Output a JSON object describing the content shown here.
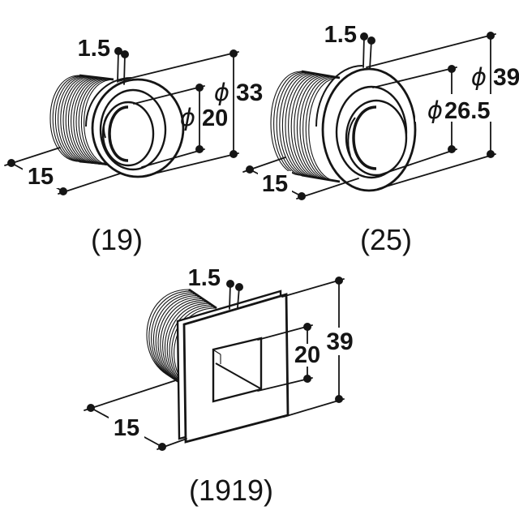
{
  "figures": [
    {
      "id": "grommet-19",
      "shape": "round",
      "caption": "(19)",
      "dimensions": {
        "flange_thickness": {
          "value": "1.5"
        },
        "outer_diameter": {
          "symbol": "ϕ",
          "value": "33"
        },
        "inner_diameter": {
          "symbol": "ϕ",
          "value": "20"
        },
        "depth": {
          "value": "15"
        }
      }
    },
    {
      "id": "grommet-25",
      "shape": "round",
      "caption": "(25)",
      "dimensions": {
        "flange_thickness": {
          "value": "1.5"
        },
        "outer_diameter": {
          "symbol": "ϕ",
          "value": "39"
        },
        "inner_diameter": {
          "symbol": "ϕ",
          "value": "26.5"
        },
        "depth": {
          "value": "15"
        }
      }
    },
    {
      "id": "grommet-1919",
      "shape": "square",
      "caption": "(1919)",
      "dimensions": {
        "flange_thickness": {
          "value": "1.5"
        },
        "outer_size": {
          "value": "39"
        },
        "inner_size": {
          "value": "20"
        },
        "depth": {
          "value": "15"
        }
      }
    }
  ],
  "colors": {
    "line": "#151515",
    "background": "#ffffff"
  }
}
